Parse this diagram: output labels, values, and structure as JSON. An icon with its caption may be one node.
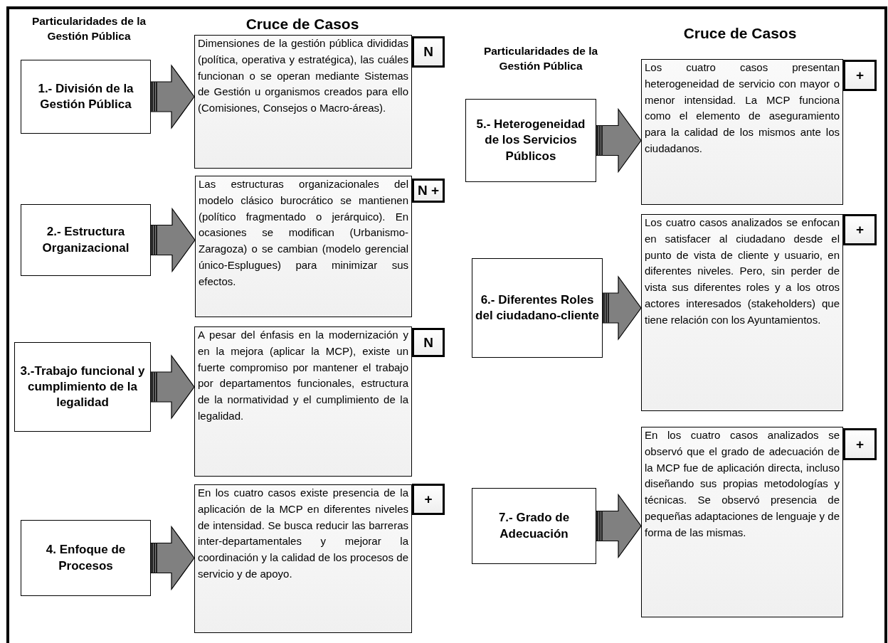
{
  "diagram": {
    "nodes": [
      {
        "text": [
          "1.- División de la Gestión Pública"
        ]
      },
      {
        "text": [
          "Dimensiones de la gestión pública divididas (política, operativa y estratégica), las cuáles funcionan o se operan mediante Sistemas de Gestión u organismos creados para ello (Comisiones, Consejos o Macro-áreas)."
        ]
      },
      {
        "text": [
          "N"
        ]
      },
      {
        "text": [
          "2.- Estructura Organizacional"
        ]
      },
      {
        "text": [
          "Las estructuras organizacionales del modelo clásico burocrático se mantienen (político fragmentado o jerárquico). En ocasiones se modifican (Urbanismo-Zaragoza) o se cambian (modelo gerencial único-Esplugues) para minimizar sus efectos."
        ]
      },
      {
        "text": [
          "N +"
        ]
      },
      {
        "text": [
          "3.-Trabajo funcional y cumplimiento de la legalidad"
        ]
      },
      {
        "text": [
          "A pesar del énfasis en la modernización y en la mejora (aplicar la MCP), existe un fuerte compromiso por mantener el trabajo por departamentos funcionales, estructura de la normatividad y el cumplimiento de la legalidad."
        ]
      },
      {
        "text": [
          "N"
        ]
      },
      {
        "text": [
          "4. Enfoque de Procesos"
        ]
      },
      {
        "text": [
          "En los cuatro casos existe presencia de la aplicación de la MCP en diferentes niveles de intensidad. Se busca reducir las barreras inter-departamentales y mejorar la coordinación y la calidad de los procesos de servicio y de apoyo."
        ]
      },
      {
        "text": [
          "+"
        ]
      },
      {
        "text": [
          "5.- Heterogeneidad de los Servicios Públicos"
        ]
      },
      {
        "text": [
          "Los cuatro casos presentan heterogeneidad de servicio con mayor o menor intensidad. La MCP funciona como el elemento de aseguramiento para la calidad de los mismos ante los ciudadanos."
        ]
      },
      {
        "text": [
          "+"
        ]
      },
      {
        "text": [
          "6.- Diferentes Roles del ciudadano-cliente"
        ]
      },
      {
        "text": [
          "Los cuatro casos analizados se enfocan en satisfacer al ciudadano desde el punto de vista de cliente y usuario, en diferentes niveles. Pero, sin perder de vista sus diferentes roles y a los otros actores interesados (stakeholders) que tiene relación con los Ayuntamientos."
        ]
      },
      {
        "text": [
          "+"
        ]
      },
      {
        "text": [
          "7.- Grado de Adecuación"
        ]
      },
      {
        "text": [
          "En los cuatro casos analizados se observó que el grado de adecuación de la MCP fue de aplicación directa, incluso diseñando sus propias metodologías y técnicas. Se observó presencia de pequeñas adaptaciones de lenguaje y de forma de las mismas."
        ]
      },
      {
        "text": [
          "+"
        ]
      }
    ],
    "edges": [
      {
        "from": 0,
        "to": 1,
        "arrow": "to"
      },
      {
        "from": 3,
        "to": 4,
        "arrow": "to"
      },
      {
        "from": 6,
        "to": 7,
        "arrow": "to"
      },
      {
        "from": 9,
        "to": 10,
        "arrow": "to"
      },
      {
        "from": 12,
        "to": 13,
        "arrow": "to"
      },
      {
        "from": 15,
        "to": 16,
        "arrow": "to"
      },
      {
        "from": 18,
        "to": 19,
        "arrow": "to"
      }
    ],
    "labels": [
      "Particularidades de la Gestión Pública",
      "Cruce de Casos",
      "Particularidades de la Gestión Pública",
      "Cruce de Casos"
    ]
  }
}
